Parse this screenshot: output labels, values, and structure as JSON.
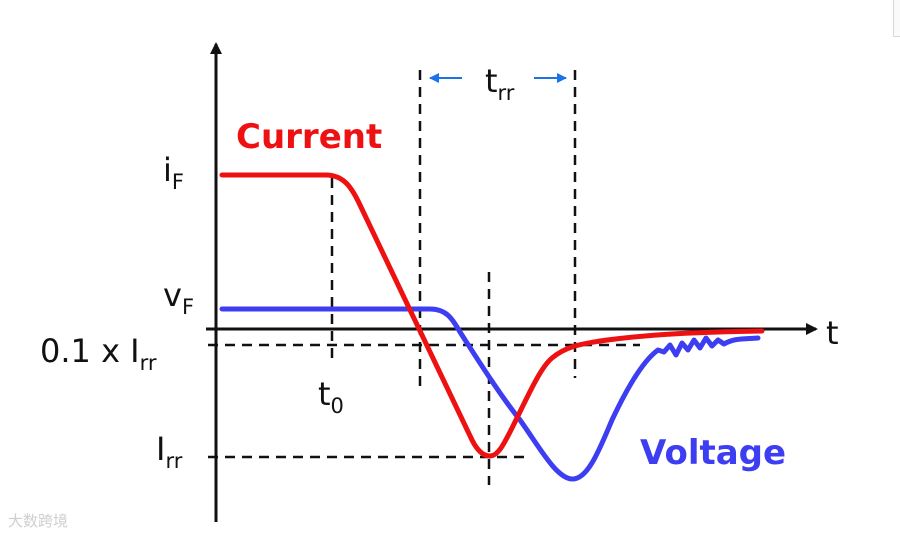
{
  "labels": {
    "current": "Current",
    "voltage": "Voltage",
    "t_axis": "t",
    "iF_main": "i",
    "iF_sub": "F",
    "vF_main": "v",
    "vF_sub": "F",
    "pct_main": "0.1 x I",
    "pct_sub": "rr",
    "irr_main": "I",
    "irr_sub": "rr",
    "t0_main": "t",
    "t0_sub": "0",
    "trr_main": "t",
    "trr_sub": "rr"
  },
  "watermark": "大数跨境",
  "colors": {
    "current": "#ee1111",
    "voltage": "#3d3df2",
    "axis": "#111111",
    "arrow": "#1a73e8"
  }
}
